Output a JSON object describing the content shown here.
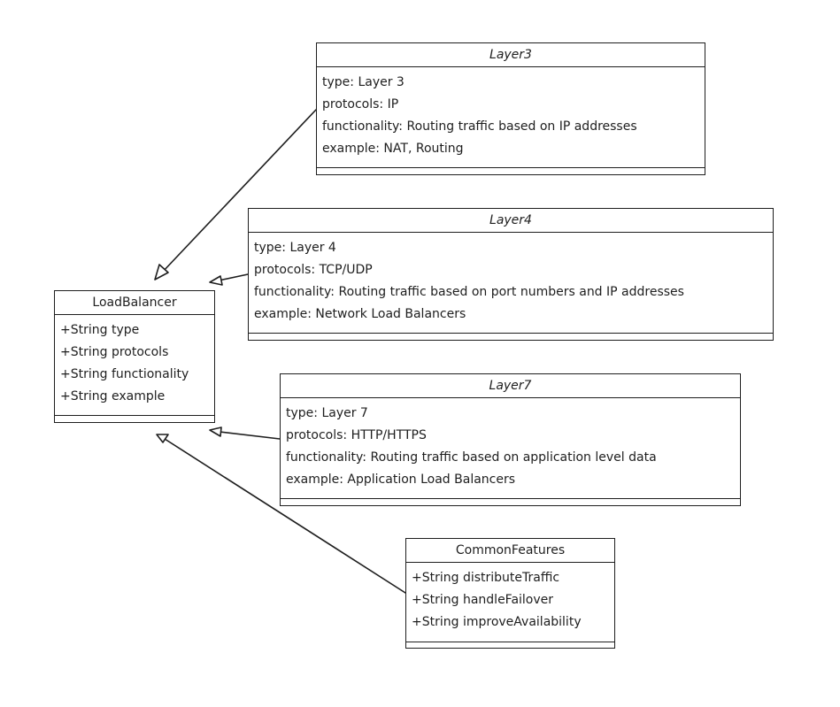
{
  "classes": {
    "layer3": {
      "name": "Layer3",
      "attributes": [
        "type: Layer 3",
        "protocols: IP",
        "functionality: Routing traffic based on IP addresses",
        "example: NAT, Routing"
      ]
    },
    "layer4": {
      "name": "Layer4",
      "attributes": [
        "type: Layer 4",
        "protocols: TCP/UDP",
        "functionality: Routing traffic based on port numbers and IP addresses",
        "example: Network Load Balancers"
      ]
    },
    "layer7": {
      "name": "Layer7",
      "attributes": [
        "type: Layer 7",
        "protocols: HTTP/HTTPS",
        "functionality: Routing traffic based on application level data",
        "example: Application Load Balancers"
      ]
    },
    "load_balancer": {
      "name": "LoadBalancer",
      "attributes": [
        "+String type",
        "+String protocols",
        "+String functionality",
        "+String example"
      ]
    },
    "common_features": {
      "name": "CommonFeatures",
      "attributes": [
        "+String distributeTraffic",
        "+String handleFailover",
        "+String improveAvailability"
      ]
    }
  },
  "relations": [
    {
      "from": "Layer3",
      "to": "LoadBalancer",
      "type": "inheritance"
    },
    {
      "from": "Layer4",
      "to": "LoadBalancer",
      "type": "inheritance"
    },
    {
      "from": "Layer7",
      "to": "LoadBalancer",
      "type": "inheritance"
    },
    {
      "from": "CommonFeatures",
      "to": "LoadBalancer",
      "type": "inheritance"
    }
  ],
  "colors": {
    "stroke": "#1e1e1e",
    "background": "#ffffff"
  }
}
